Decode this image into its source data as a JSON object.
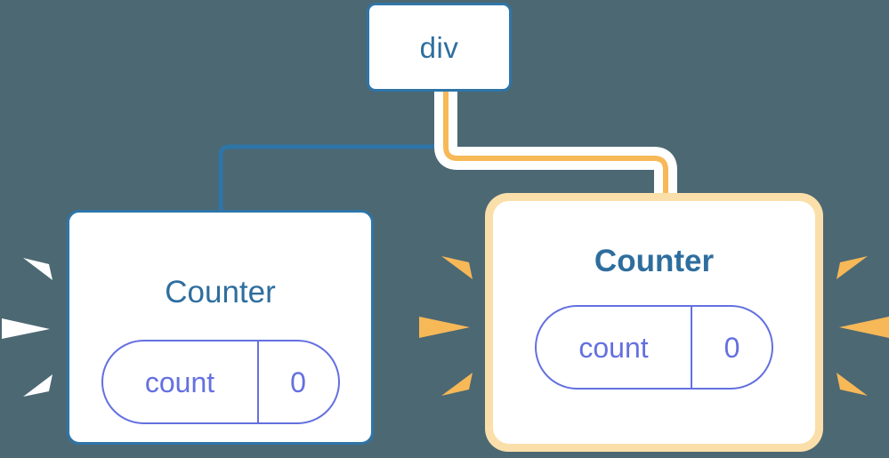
{
  "diagram": {
    "type": "component-tree",
    "background_color": "#4c6873",
    "nodes": [
      {
        "id": "div",
        "label": "div",
        "role": "root-element",
        "highlighted": false,
        "border_color": "#2e75a8"
      },
      {
        "id": "counter-left",
        "label": "Counter",
        "role": "component",
        "highlighted": false,
        "border_color": "#2e75a8",
        "state": {
          "key": "count",
          "value": "0"
        }
      },
      {
        "id": "counter-right",
        "label": "Counter",
        "role": "component",
        "highlighted": true,
        "border_color": "#f7b857",
        "glow_color": "#fbdfaa",
        "state": {
          "key": "count",
          "value": "0"
        }
      }
    ],
    "edges": [
      {
        "id": "edge-div-to-left",
        "from": "div",
        "to": "counter-left",
        "color": "#2e75a8",
        "highlighted": false
      },
      {
        "id": "edge-div-to-right",
        "from": "div",
        "to": "counter-right",
        "color": "#f7b857",
        "casing_color": "#ffffff",
        "highlighted": true
      }
    ],
    "bursts": [
      {
        "id": "burst-left-outer",
        "color": "#ffffff",
        "direction": "right",
        "attached_to": "counter-left"
      },
      {
        "id": "burst-left-inner",
        "color": "#f7b857",
        "direction": "right",
        "attached_to": "counter-right"
      },
      {
        "id": "burst-right",
        "color": "#f7b857",
        "direction": "left",
        "attached_to": "counter-right"
      }
    ],
    "colors": {
      "background": "#4c6873",
      "blue": "#2e75a8",
      "blue_text": "#2e6e9e",
      "orange": "#f7b857",
      "orange_glow": "#fbdfaa",
      "indigo": "#6470e0",
      "white": "#ffffff"
    }
  }
}
